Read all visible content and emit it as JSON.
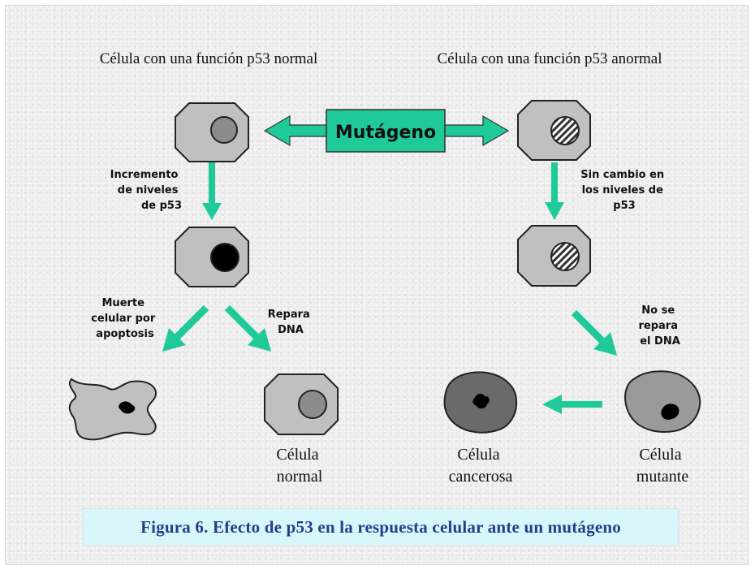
{
  "headers": {
    "left": "Célula con una función p53 normal",
    "right": "Célula con una función p53 anormal"
  },
  "mutagen": "Mutágeno",
  "labels": {
    "increment": [
      "Incremento",
      "de niveles",
      "de p53"
    ],
    "no_change": [
      "Sin cambio en",
      "los niveles de",
      "p53"
    ],
    "apoptosis": [
      "Muerte",
      "celular por",
      "apoptosis"
    ],
    "repair": [
      "Repara",
      "DNA"
    ],
    "no_repair": [
      "No se",
      "repara",
      "el DNA"
    ]
  },
  "cell_names": {
    "normal": [
      "Célula",
      "normal"
    ],
    "cancer": [
      "Célula",
      "cancerosa"
    ],
    "mutant": [
      "Célula",
      "mutante"
    ]
  },
  "caption": "Figura 6. Efecto  de p53  en la respuesta celular ante un mutágeno",
  "colors": {
    "arrow": "#1fc99a",
    "mutagen_box": "#1fc99a",
    "cell_fill": "#c0c0c0",
    "caption_bg": "#d9f6fb",
    "caption_text": "#1f3f8a"
  }
}
